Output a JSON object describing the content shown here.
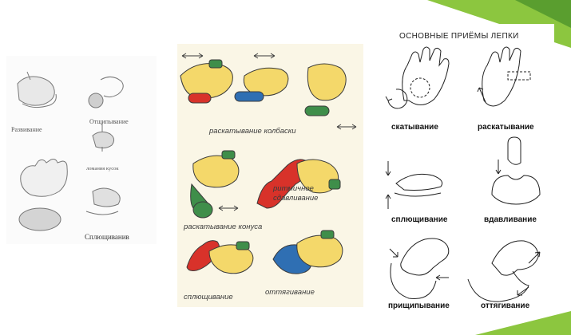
{
  "colors": {
    "accent_green": "#8cc63f",
    "accent_dark_green": "#5a9e2f",
    "hand_yellow": "#f4d86a",
    "clay_red": "#d8322a",
    "clay_green": "#3f8e4a",
    "clay_blue": "#2f6fb3"
  },
  "left_panel": {
    "labels": [
      "Развивание",
      "Отщипывание",
      "ломания кусок",
      "Сплющиванив"
    ]
  },
  "middle_panel": {
    "labels": [
      "раскатывание колбаски",
      "ритмичное",
      "сдавливание",
      "раскатывание конуса",
      "сплющивание",
      "оттягивание"
    ]
  },
  "right_panel": {
    "title": "ОСНОВНЫЕ ПРИЁМЫ ЛЕПКИ",
    "labels": [
      "скатывание",
      "раскатывание",
      "сплющивание",
      "вдавливание",
      "прищипывание",
      "оттягивание"
    ]
  }
}
